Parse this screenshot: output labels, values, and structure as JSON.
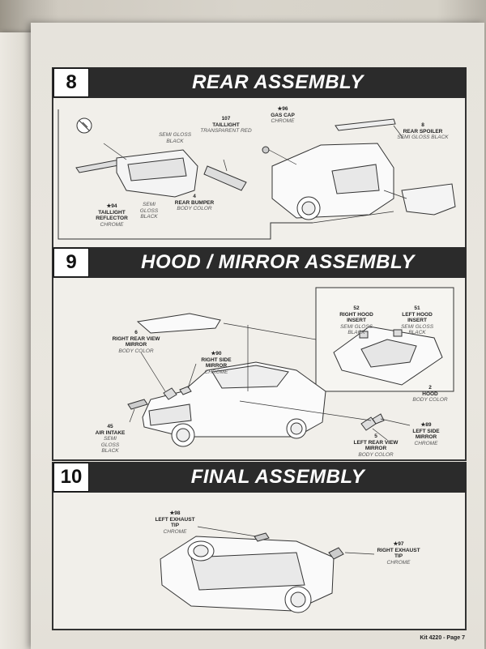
{
  "steps": [
    {
      "number": "8",
      "title": "REAR ASSEMBLY",
      "parts": [
        {
          "num": "107",
          "name": "TAILLIGHT",
          "finish": "TRANSPARENT RED"
        },
        {
          "num": "",
          "name": "",
          "finish": "SEMI GLOSS BLACK"
        },
        {
          "num": "★94",
          "name": "TAILLIGHT REFLECTOR",
          "finish": "CHROME"
        },
        {
          "num": "",
          "name": "",
          "finish": "SEMI GLOSS BLACK"
        },
        {
          "num": "4",
          "name": "REAR BUMPER",
          "finish": "BODY COLOR"
        },
        {
          "num": "★96",
          "name": "GAS CAP",
          "finish": "CHROME"
        },
        {
          "num": "8",
          "name": "REAR SPOILER",
          "finish": "SEMI GLOSS BLACK"
        }
      ]
    },
    {
      "number": "9",
      "title": "HOOD / MIRROR ASSEMBLY",
      "parts": [
        {
          "num": "6",
          "name": "RIGHT REAR VIEW MIRROR",
          "finish": "BODY COLOR"
        },
        {
          "num": "★90",
          "name": "RIGHT SIDE MIRROR",
          "finish": "CHROME"
        },
        {
          "num": "45",
          "name": "AIR INTAKE",
          "finish": "SEMI GLOSS BLACK"
        },
        {
          "num": "52",
          "name": "RIGHT HOOD INSERT",
          "finish": "SEMI GLOSS BLACK"
        },
        {
          "num": "51",
          "name": "LEFT HOOD INSERT",
          "finish": "SEMI GLOSS BLACK"
        },
        {
          "num": "2",
          "name": "HOOD",
          "finish": "BODY COLOR"
        },
        {
          "num": "★89",
          "name": "LEFT SIDE MIRROR",
          "finish": "CHROME"
        },
        {
          "num": "5",
          "name": "LEFT REAR VIEW MIRROR",
          "finish": "BODY COLOR"
        }
      ]
    },
    {
      "number": "10",
      "title": "FINAL ASSEMBLY",
      "parts": [
        {
          "num": "★98",
          "name": "LEFT EXHAUST TIP",
          "finish": "CHROME"
        },
        {
          "num": "★97",
          "name": "RIGHT EXHAUST TIP",
          "finish": "CHROME"
        }
      ]
    }
  ],
  "footer": "Kit 4220 - Page 7"
}
